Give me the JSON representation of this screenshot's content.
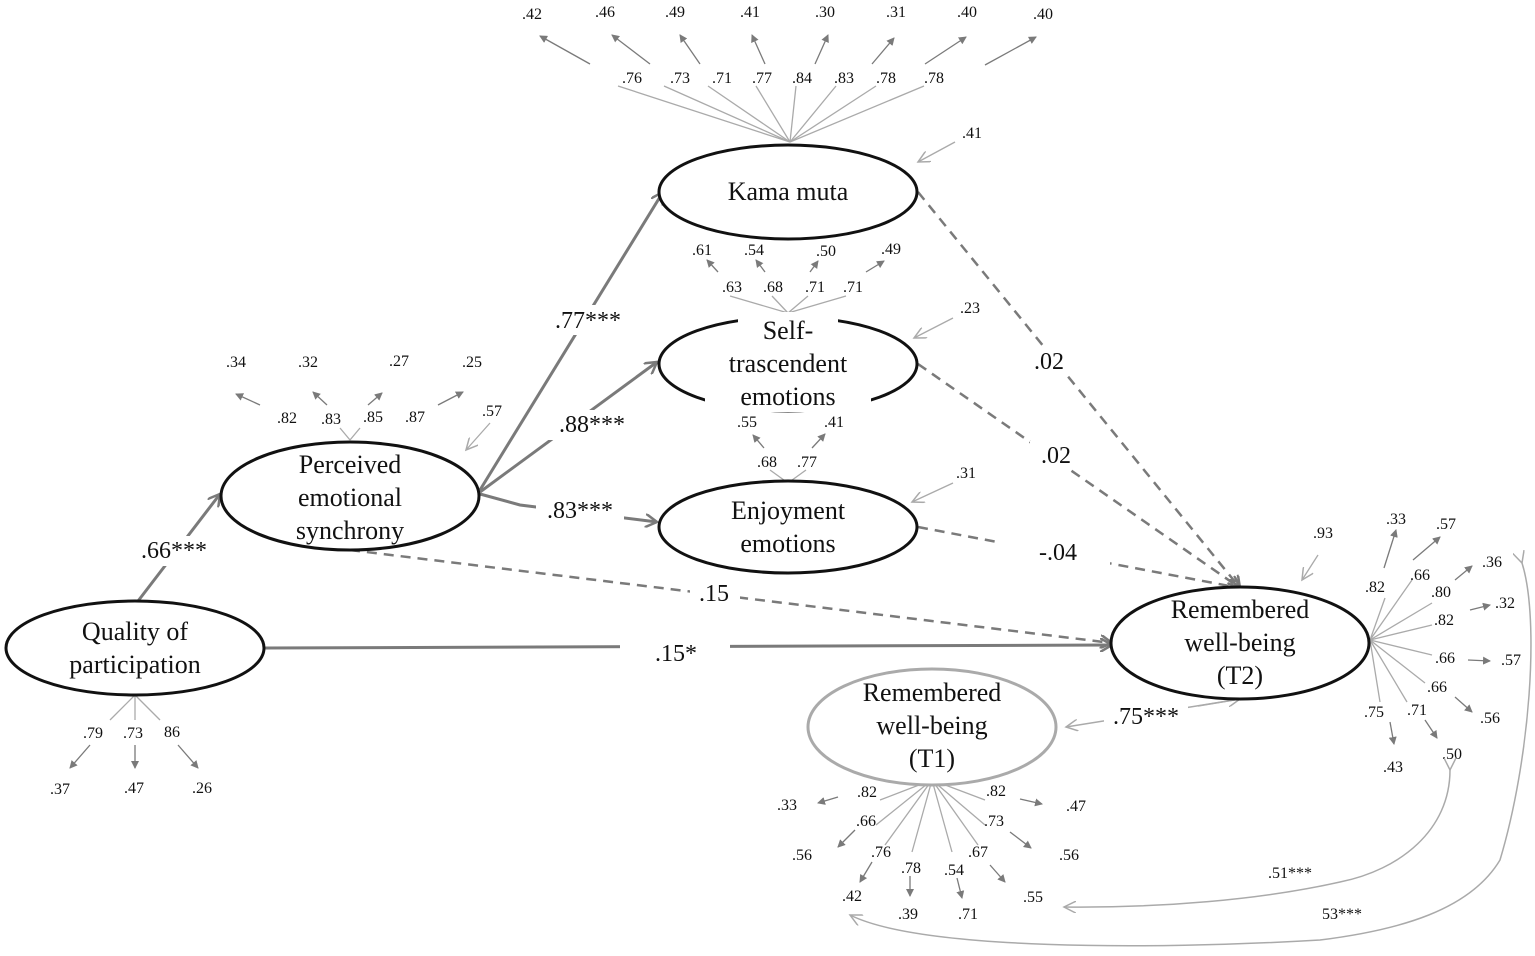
{
  "colors": {
    "ink": "#111111",
    "dark_gray": "#7a7a7a",
    "light_gray": "#aaaaaa"
  },
  "nodes": {
    "kama_muta": {
      "lines": [
        "Kama muta"
      ],
      "residual": ".41"
    },
    "self_transcendent": {
      "lines": [
        "Self-",
        "trascendent",
        "emotions"
      ],
      "residual": ".23"
    },
    "enjoyment": {
      "lines": [
        "Enjoyment",
        "emotions"
      ],
      "residual": ".31"
    },
    "perceived_synchrony": {
      "lines": [
        "Perceived",
        "emotional",
        "synchrony"
      ],
      "residual": ".57"
    },
    "quality": {
      "lines": [
        "Quality  of",
        "participation"
      ]
    },
    "remembered_t2": {
      "lines": [
        "Remembered",
        "well-being",
        "(T2)"
      ],
      "residual": ".93"
    },
    "remembered_t1": {
      "lines": [
        "Remembered",
        "well-being",
        "(T1)"
      ]
    }
  },
  "indicators": {
    "kama_muta": {
      "loadings": [
        ".76",
        ".73",
        ".71",
        ".77",
        ".84",
        ".83",
        ".78",
        ".78"
      ],
      "errors": [
        ".42",
        ".46",
        ".49",
        ".41",
        ".30",
        ".31",
        ".40",
        ".40"
      ]
    },
    "self_transcendent": {
      "loadings": [
        ".63",
        ".68",
        ".71",
        ".71"
      ],
      "errors": [
        ".61",
        ".54",
        ".50",
        ".49"
      ]
    },
    "enjoyment": {
      "loadings": [
        ".68",
        ".77"
      ],
      "errors": [
        ".55",
        ".41"
      ]
    },
    "perceived_synchrony": {
      "loadings": [
        ".82",
        ".83",
        ".85",
        ".87"
      ],
      "errors": [
        ".34",
        ".32",
        ".27",
        ".25"
      ]
    },
    "quality": {
      "loadings": [
        ".79",
        ".73",
        "86"
      ],
      "errors": [
        ".37",
        ".47",
        ".26"
      ]
    },
    "remembered_t2": {
      "loadings": [
        ".82",
        ".66",
        ".80",
        ".82",
        ".66",
        ".66",
        ".71",
        ".75"
      ],
      "errors": [
        ".33",
        ".57",
        ".36",
        ".32",
        ".57",
        ".56",
        ".50",
        ".43"
      ]
    },
    "remembered_t1": {
      "loadings": [
        ".82",
        ".66",
        ".76",
        ".78",
        ".54",
        ".67",
        ".73",
        ".82"
      ],
      "errors": [
        ".33",
        ".56",
        ".42",
        ".39",
        ".71",
        ".55",
        ".56",
        ".47"
      ]
    }
  },
  "paths": {
    "quality_to_synchrony": ".66***",
    "synchrony_to_kama": ".77***",
    "synchrony_to_self": ".88***",
    "synchrony_to_enjoy": ".83***",
    "kama_to_t2": ".02",
    "self_to_t2": ".02",
    "enjoy_to_t2": "-.04",
    "synchrony_to_t2": ".15",
    "quality_to_t2": ".15*",
    "t1_to_t2": ".75***"
  },
  "covariances": {
    "upper": ".51***",
    "lower": "53***"
  }
}
